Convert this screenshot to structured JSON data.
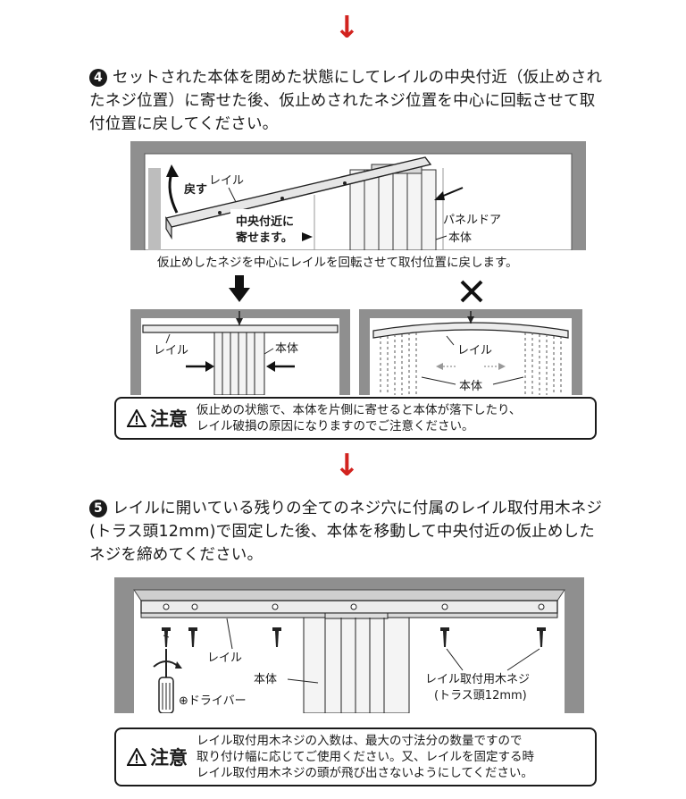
{
  "step4": {
    "number": "4",
    "text": "セットされた本体を閉めた状態にしてレイルの中央付近（仮止めされたネジ位置）に寄せた後、仮止めされたネジ位置を中心に回転させて取付位置に戻してください。",
    "fig_labels": {
      "return": "戻す",
      "rail": "レイル",
      "center_line1": "中央付近に",
      "center_line2": "寄せます。",
      "panel_door": "パネルドア",
      "body": "本体"
    },
    "caption": "仮止めしたネジを中心にレイルを回転させて取付位置に戻します。",
    "left_fig": {
      "rail": "レイル",
      "body": "本体"
    },
    "right_fig": {
      "rail": "レイル",
      "body": "本体"
    },
    "caution": {
      "title": "注意",
      "line1": "仮止めの状態で、本体を片側に寄せると本体が落下したり、",
      "line2": "レイル破損の原因になりますのでご注意ください。"
    }
  },
  "step5": {
    "number": "5",
    "text": "レイルに開いている残りの全てのネジ穴に付属のレイル取付用木ネジ(トラス頭12mm)で固定した後、本体を移動して中央付近の仮止めしたネジを締めてください。",
    "fig_labels": {
      "rail": "レイル",
      "body": "本体",
      "driver": "⊕ドライバー",
      "screw_line1": "レイル取付用木ネジ",
      "screw_line2": "(トラス頭12mm)"
    },
    "caution": {
      "title": "注意",
      "line1": "レイル取付用木ネジの入数は、最大の寸法分の数量ですので",
      "line2": "取り付け幅に応じてご使用ください。又、レイルを固定する時",
      "line3": "レイル取付用木ネジの頭が飛び出さないようにしてください。"
    }
  },
  "colors": {
    "arrow_red": "#d2231f",
    "frame_gray": "#8a8a8a"
  }
}
